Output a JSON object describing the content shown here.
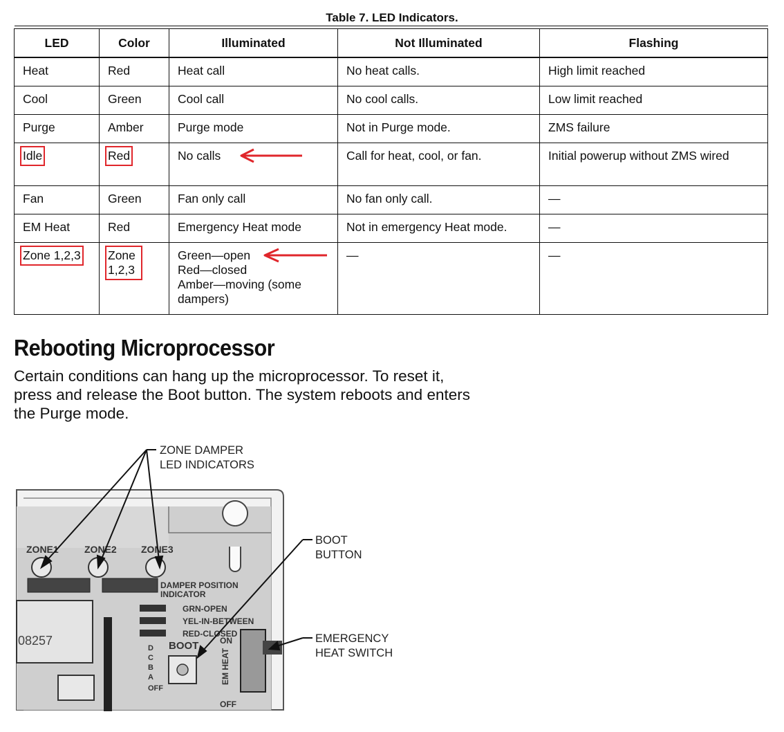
{
  "table": {
    "title": "Table 7. LED Indicators.",
    "columns": [
      "LED",
      "Color",
      "Illuminated",
      "Not Illuminated",
      "Flashing"
    ],
    "rows": [
      {
        "led": "Heat",
        "color": "Red",
        "illuminated": "Heat call",
        "not_illuminated": "No heat calls.",
        "flashing": "High limit reached"
      },
      {
        "led": "Cool",
        "color": "Green",
        "illuminated": "Cool call",
        "not_illuminated": "No cool calls.",
        "flashing": "Low limit reached"
      },
      {
        "led": "Purge",
        "color": "Amber",
        "illuminated": "Purge mode",
        "not_illuminated": "Not in Purge mode.",
        "flashing": "ZMS failure"
      },
      {
        "led": "Idle",
        "color": "Red",
        "illuminated": "No calls",
        "not_illuminated": "Call for heat, cool, or fan.",
        "flashing": "Initial powerup without ZMS wired"
      },
      {
        "led": "Fan",
        "color": "Green",
        "illuminated": "Fan only call",
        "not_illuminated": "No fan only call.",
        "flashing": "—"
      },
      {
        "led": "EM Heat",
        "color": "Red",
        "illuminated": "Emergency Heat mode",
        "not_illuminated": "Not in emergency Heat mode.",
        "flashing": "—"
      },
      {
        "led": "Zone 1,2,3",
        "color": "Zone 1,2,3",
        "illuminated_lines": [
          "Green—open",
          "Red—closed",
          "Amber—moving (some dampers)"
        ],
        "not_illuminated": "—",
        "flashing": "—"
      }
    ]
  },
  "section": {
    "heading": "Rebooting Microprocessor",
    "paragraph": "Certain conditions can hang up the microprocessor. To reset it, press and release the Boot button. The system reboots and enters the Purge mode."
  },
  "figure": {
    "callouts": {
      "zone_damper": [
        "ZONE DAMPER",
        "LED INDICATORS"
      ],
      "boot": [
        "BOOT",
        "BUTTON"
      ],
      "emergency": [
        "EMERGENCY",
        "HEAT SWITCH"
      ]
    },
    "board_labels": {
      "zone1": "ZONE1",
      "zone2": "ZONE2",
      "zone3": "ZONE3",
      "damper": [
        "DAMPER POSITION",
        "INDICATOR"
      ],
      "grn": "GRN-OPEN",
      "yel": "YEL-IN-BETWEEN",
      "red": "RED-CLOSED",
      "boot": "BOOT",
      "on": "ON",
      "off": "OFF",
      "emheat": "EM HEAT",
      "chip": "08257",
      "dcba": [
        "D",
        "C",
        "B",
        "A"
      ]
    }
  },
  "colors": {
    "annotation_red": "#e0262b"
  }
}
